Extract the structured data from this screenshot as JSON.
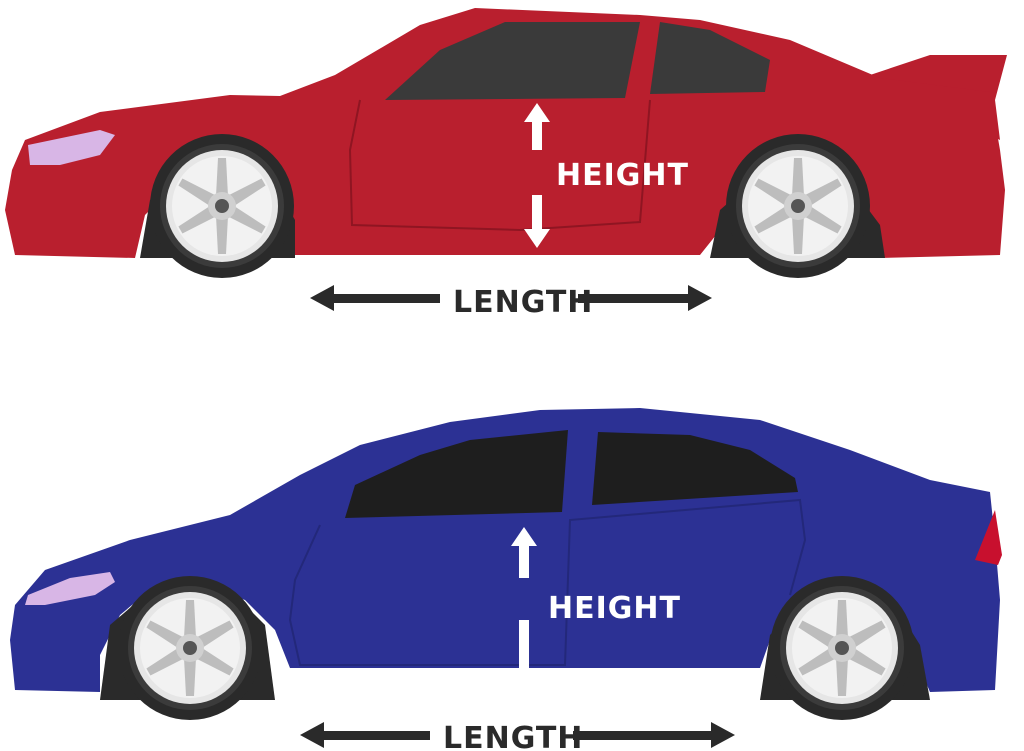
{
  "cars": [
    {
      "id": "red-car",
      "body_color": "#B91F2E",
      "height_label": "HEIGHT",
      "length_label": "LENGTH"
    },
    {
      "id": "blue-car",
      "body_color": "#2C3194",
      "height_label": "HEIGHT",
      "length_label": "LENGTH"
    }
  ],
  "colors": {
    "window": "#3A3A3A",
    "window_blue_car": "#1E1E1E",
    "headlight": "#D8B6E6",
    "taillight": "#C8102E",
    "tire": "#2A2A2A",
    "rim": "#E6E6E6",
    "arrow_dark": "#2A2A2A",
    "arrow_light": "#FFFFFF"
  },
  "icons": [
    "double-arrow-vertical-icon",
    "double-arrow-horizontal-icon",
    "wheel-icon"
  ]
}
